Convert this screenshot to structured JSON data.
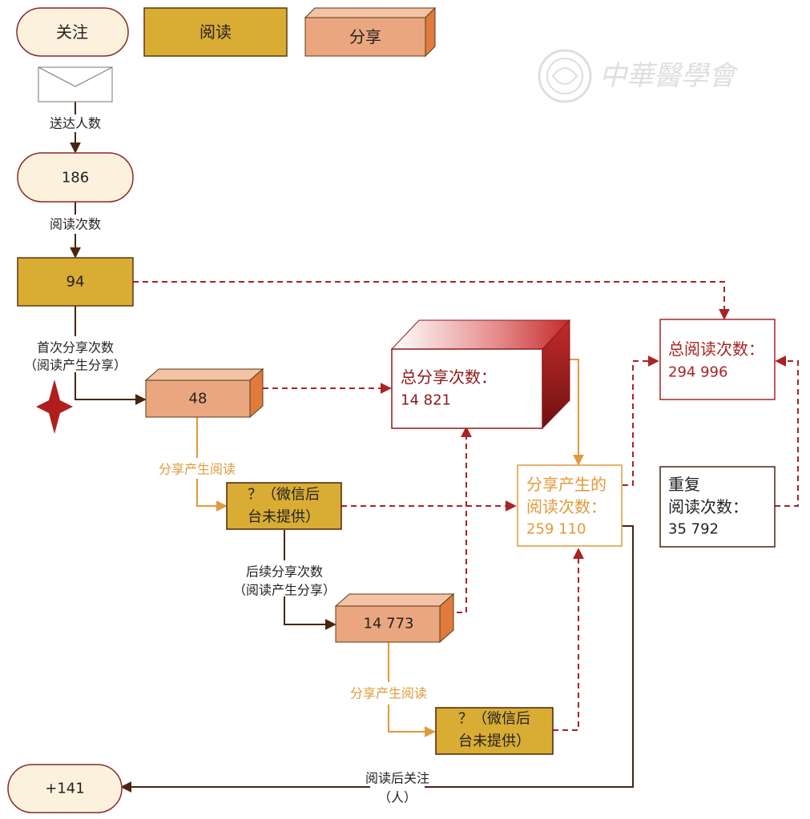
{
  "legend": {
    "follow_label": "关注",
    "read_label": "阅读",
    "share_label": "分享"
  },
  "watermark_text": "中華醫學會",
  "colors": {
    "follow_fill": "#fbf1dc",
    "follow_stroke": "#8b2a2a",
    "read_fill": "#d9ac33",
    "read_stroke": "#5a3a14",
    "share_fill": "#eaa77f",
    "share_side": "#e07b3d",
    "share_stroke": "#5a3a14",
    "red": "#a82424",
    "dark_red": "#8b1a1a",
    "orange_line": "#e09a3a",
    "brown_line": "#4a2410"
  },
  "flow": {
    "delivered_label": "送达人数",
    "reach_value": "186",
    "read_count_label": "阅读次数",
    "read_value": "94",
    "first_share_label_line1": "首次分享次数",
    "first_share_label_line2": "（阅读产生分享）",
    "first_share_value": "48",
    "share_read_label_1": "分享产生阅读",
    "unknown_1_line1": "？（微信后",
    "unknown_1_line2": "台未提供）",
    "subsequent_share_label_line1": "后续分享次数",
    "subsequent_share_label_line2": "（阅读产生分享）",
    "subsequent_share_value": "14 773",
    "share_read_label_2": "分享产生阅读",
    "unknown_2_line1": "？（微信后",
    "unknown_2_line2": "台未提供）",
    "follow_after_label_line1": "阅读后关注",
    "follow_after_label_line2": "（人）",
    "follow_after_value": "+141"
  },
  "totals": {
    "total_share_label": "总分享次数：",
    "total_share_value": "14 821",
    "share_reads_label_line1": "分享产生的",
    "share_reads_label_line2": "阅读次数：",
    "share_reads_value": "259 110",
    "total_read_label": "总阅读次数：",
    "total_read_value": "294 996",
    "repeat_read_label_line1": "重复",
    "repeat_read_label_line2": "阅读次数：",
    "repeat_read_value": "35 792"
  }
}
